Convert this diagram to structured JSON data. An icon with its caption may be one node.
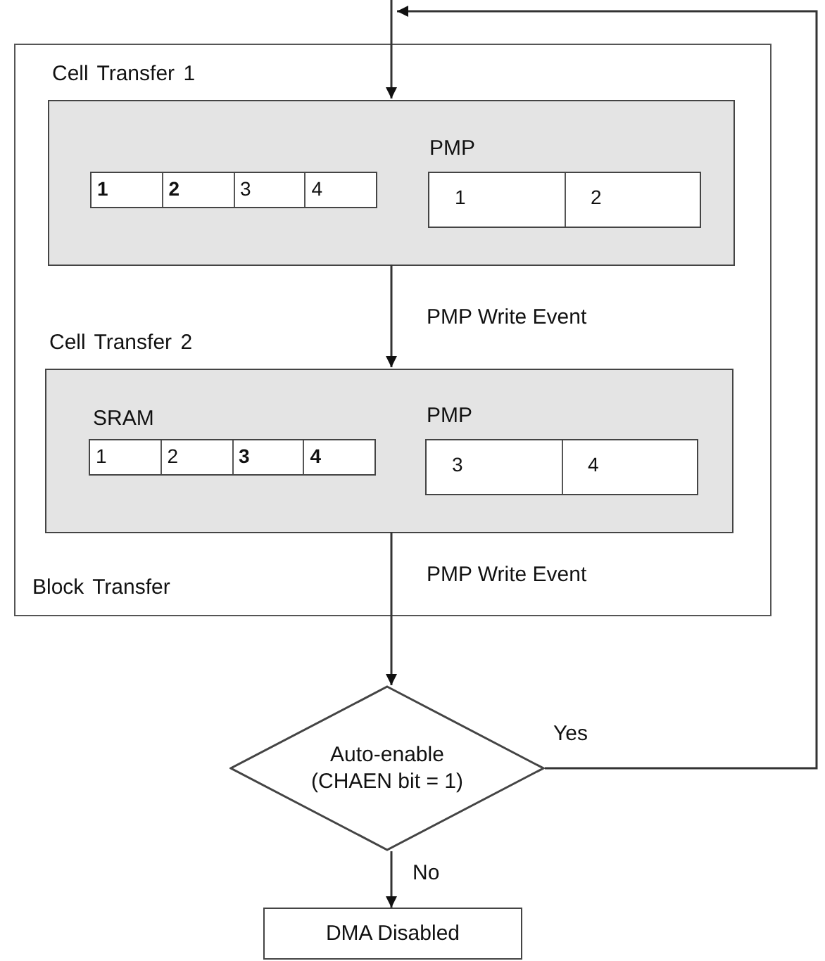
{
  "diagram": {
    "nodes": [
      {
        "text": [
          "Block Transfer"
        ]
      },
      {
        "text": [
          "Cell Transfer 1"
        ],
        "in": 0
      },
      {
        "text": [
          "**1**",
          "**2**",
          "3",
          "4"
        ],
        "in": 1
      },
      {
        "text": [
          "PMP",
          "1",
          "2"
        ],
        "in": 1
      },
      {
        "text": [
          "Cell Transfer 2"
        ],
        "in": 0
      },
      {
        "text": [
          "SRAM",
          "1",
          "2",
          "**3**",
          "**4**"
        ],
        "in": 4
      },
      {
        "text": [
          "PMP",
          "3",
          "4"
        ],
        "in": 4
      },
      {
        "text": [
          "Auto-enable (CHAEN bit = 1)"
        ]
      },
      {
        "text": [
          "DMA Disabled"
        ]
      }
    ],
    "edges": [
      {
        "from": null,
        "to": 1,
        "arrow": "to"
      },
      {
        "from": 7,
        "to": 1,
        "arrow": "to",
        "label": "Yes"
      },
      {
        "from": 1,
        "to": 4,
        "arrow": "to",
        "label": "PMP Write Event"
      },
      {
        "from": 4,
        "to": 7,
        "arrow": "to",
        "label": "PMP Write Event"
      },
      {
        "from": 7,
        "to": 8,
        "arrow": "to",
        "label": "No"
      }
    ]
  }
}
